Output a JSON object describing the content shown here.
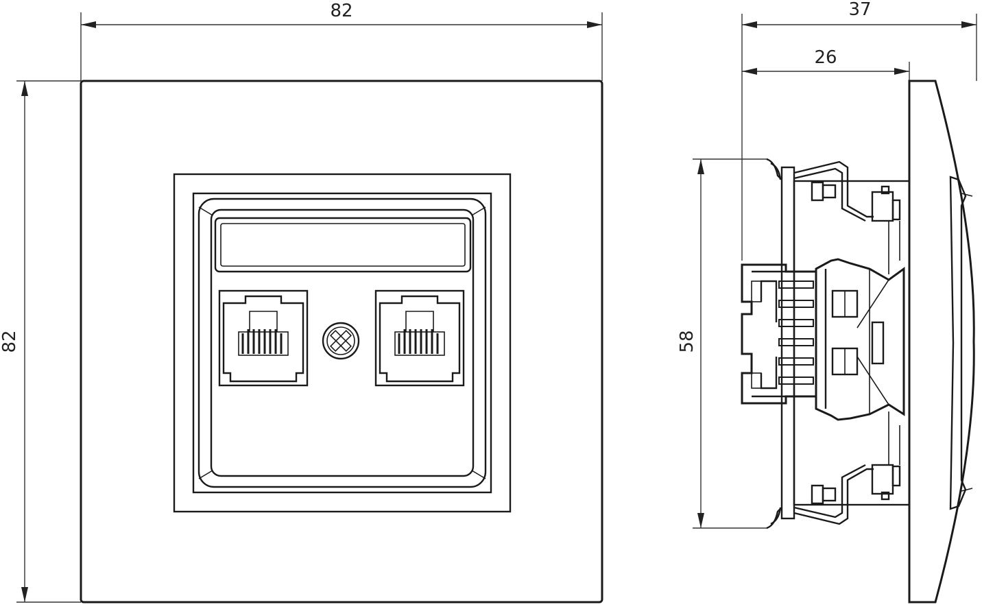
{
  "front_view": {
    "width_label": "82",
    "height_label": "82"
  },
  "side_view": {
    "overall_depth_label": "37",
    "mount_depth_label": "26",
    "body_height_label": "58"
  },
  "colors": {
    "line": "#1a1a1a",
    "background": "#ffffff"
  }
}
